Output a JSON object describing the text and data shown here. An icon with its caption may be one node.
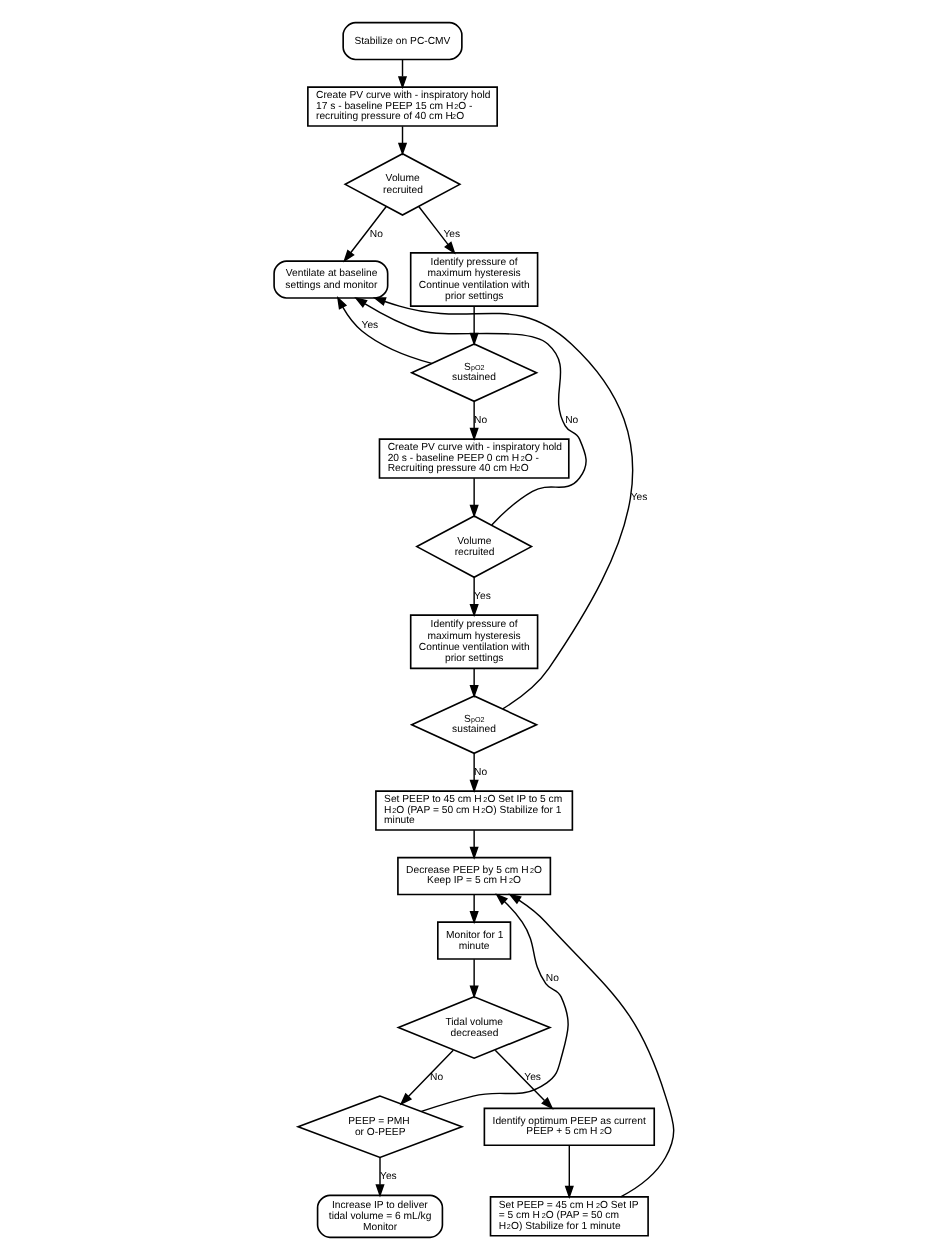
{
  "diagram": {
    "nodes": [
      {
        "text": [
          "Stabilize on PC-CMV"
        ]
      },
      {
        "text": [
          "Create PV curve with - inspiratory hold 17 s - baseline PEEP 15 cm H$_{2}$O - recruiting pressure of 40 cm H$_{2}$O"
        ]
      },
      {
        "text": [
          "Volume recruited"
        ]
      },
      {
        "text": [
          "Ventilate at baseline settings and monitor"
        ]
      },
      {
        "text": [
          "Identify pressure of maximum hysteresis Continue ventilation with prior settings"
        ]
      },
      {
        "text": [
          "S$_{pO2}$ sustained"
        ]
      },
      {
        "text": [
          "Create PV curve with - inspiratory hold 20 s - baseline PEEP 0 cm H$_{2}$O - Recruiting pressure 40 cm H$_{2}$O"
        ]
      },
      {
        "text": [
          "Volume recruited"
        ]
      },
      {
        "text": [
          "Identify pressure of maximum hysteresis Continue ventilation with prior settings"
        ]
      },
      {
        "text": [
          "S$_{pO2}$ sustained"
        ]
      },
      {
        "text": [
          "Set PEEP to 45 cm H$_{2}$O Set IP to 5 cm H$_{2}$O (PAP = 50 cm H$_{2}$O) Stabilize for 1 minute"
        ]
      },
      {
        "text": [
          "Decrease PEEP by 5 cm H$_{2}$O Keep IP = 5 cm H$_{2}$O"
        ]
      },
      {
        "text": [
          "Monitor for 1 minute"
        ]
      },
      {
        "text": [
          "Tidal volume decreased"
        ]
      },
      {
        "text": [
          "PEEP = PMH or O-PEEP"
        ]
      },
      {
        "text": [
          "Increase IP to deliver tidal volume = 6 mL/kg Monitor"
        ]
      },
      {
        "text": [
          "Identify optimum PEEP as current PEEP + 5 cm H$_{2}$O"
        ]
      },
      {
        "text": [
          "Set PEEP = 45 cm H$_{2}$O Set IP = 5 cm H$_{2}$O (PAP = 50 cm H$_{2}$O) Stabilize for 1 minute"
        ]
      }
    ],
    "edges": [
      {
        "from": 0,
        "to": 1,
        "arrow": "to"
      },
      {
        "from": 1,
        "to": 2,
        "arrow": "to"
      },
      {
        "from": 2,
        "to": 3,
        "arrow": "to",
        "label": "No"
      },
      {
        "from": 2,
        "to": 4,
        "arrow": "to",
        "label": "Yes"
      },
      {
        "from": 4,
        "to": 5,
        "arrow": "to"
      },
      {
        "from": 5,
        "to": 3,
        "arrow": "to",
        "label": "Yes"
      },
      {
        "from": 5,
        "to": 6,
        "arrow": "to",
        "label": "No"
      },
      {
        "from": 6,
        "to": 7,
        "arrow": "to"
      },
      {
        "from": 7,
        "to": 3,
        "arrow": "to",
        "label": "No"
      },
      {
        "from": 7,
        "to": 8,
        "arrow": "to",
        "label": "Yes"
      },
      {
        "from": 8,
        "to": 9,
        "arrow": "to"
      },
      {
        "from": 9,
        "to": 3,
        "arrow": "to",
        "label": "Yes"
      },
      {
        "from": 9,
        "to": 10,
        "arrow": "to",
        "label": "No"
      },
      {
        "from": 10,
        "to": 11,
        "arrow": "to"
      },
      {
        "from": 11,
        "to": 12,
        "arrow": "to"
      },
      {
        "from": 12,
        "to": 13,
        "arrow": "to"
      },
      {
        "from": 13,
        "to": 14,
        "arrow": "to",
        "label": "No"
      },
      {
        "from": 13,
        "to": 16,
        "arrow": "to",
        "label": "Yes"
      },
      {
        "from": 14,
        "to": 15,
        "arrow": "to",
        "label": "Yes"
      },
      {
        "from": 14,
        "to": 11,
        "arrow": "to",
        "label": "No"
      },
      {
        "from": 16,
        "to": 17,
        "arrow": "to"
      },
      {
        "from": 17,
        "to": 11,
        "arrow": "to"
      }
    ]
  }
}
